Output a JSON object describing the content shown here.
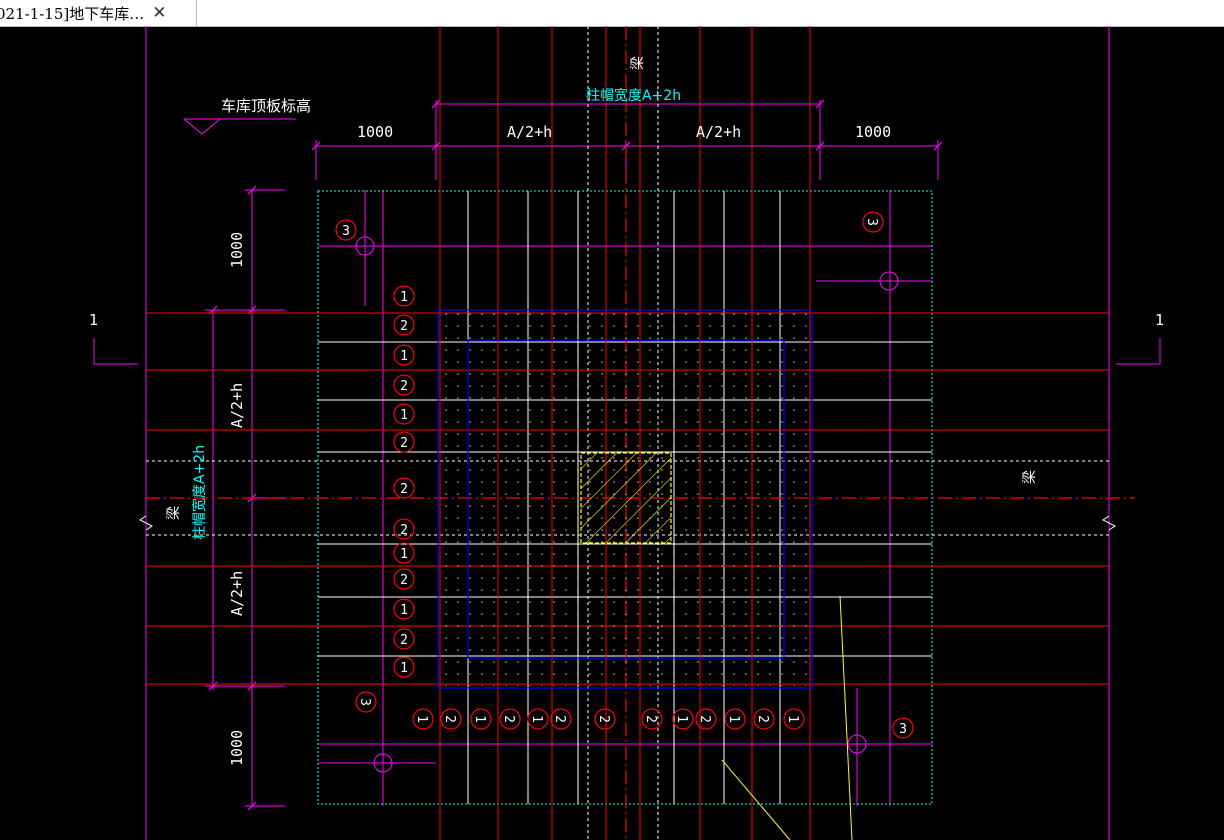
{
  "tab": {
    "title": "021-1-15]地下车库…",
    "close_glyph": "✕"
  },
  "drawing": {
    "roof_elevation_label": "车库顶板标高",
    "beam_label": "梁",
    "cap_width_label": "柱帽宽度A+2h",
    "dims_top": [
      "1000",
      "A/2+h",
      "A/2+h",
      "1000"
    ],
    "dims_left": [
      "1000",
      "A/2+h",
      "A/2+h",
      "1000"
    ],
    "section_mark": "1",
    "left_bubbles": [
      "1",
      "2",
      "1",
      "2",
      "1",
      "2",
      "2",
      "2",
      "1",
      "2",
      "1",
      "2",
      "1"
    ],
    "bottom_bubbles": [
      "1",
      "2",
      "1",
      "2",
      "1",
      "2",
      "2",
      "2",
      "1",
      "2",
      "1",
      "2",
      "1"
    ],
    "corner_bubble_tl": "3",
    "corner_bubble_tr": "3",
    "corner_bubble_bl": "3",
    "corner_bubble_br": "3"
  },
  "colors": {
    "background": "#000000",
    "red": "#ff0000",
    "magenta": "#ff00ff",
    "white": "#ffffff",
    "cyan": "#00ffff",
    "yellow": "#ffff00",
    "blue": "#0000ff"
  }
}
